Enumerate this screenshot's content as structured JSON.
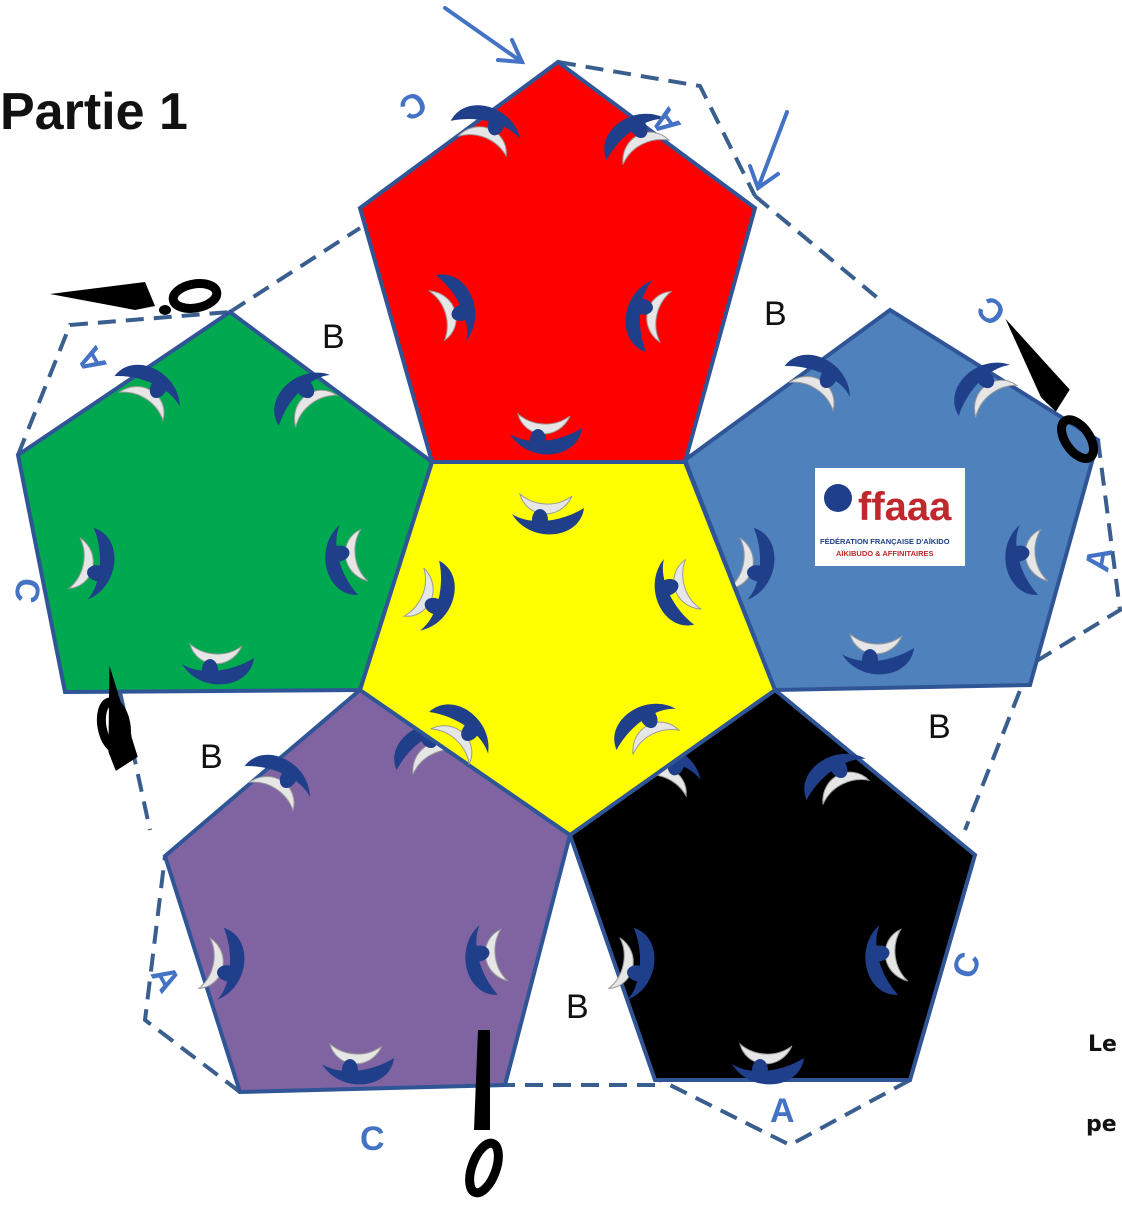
{
  "title": "Partie 1",
  "colors": {
    "center": "#ffff00",
    "top": "#ff0000",
    "right": "#4f81bd",
    "bottom_right": "#000000",
    "bottom_left": "#8064a2",
    "left": "#00a84f",
    "outline": "#2f5597",
    "dash": "#3a5f8f",
    "letter": "#4472c4",
    "pattern_dark": "#1f3f8a",
    "pattern_light": "#e6e6e6"
  },
  "flap_labels": [
    "B",
    "B",
    "B",
    "B",
    "B"
  ],
  "edge_letters": [
    "C",
    "A",
    "C",
    "A",
    "C",
    "A",
    "C",
    "A",
    "C",
    "A"
  ],
  "logo": {
    "name": "ffaaa",
    "line1": "FÉDÉRATION FRANÇAISE D'AÏKIDO",
    "line2": "AÏKIBUDO & AFFINITAIRES"
  },
  "side_note": [
    "Le",
    "pe"
  ],
  "icons": [
    "scissors-icon",
    "arrow-icon"
  ]
}
